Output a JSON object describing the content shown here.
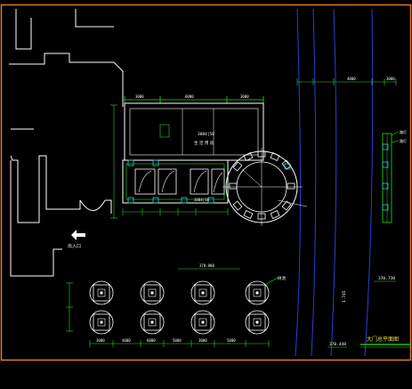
{
  "colors": {
    "background": "#000000",
    "frame": "#e07a2a",
    "white": "#ffffff",
    "green": "#21e021",
    "cyan": "#2ad4d4",
    "blue": "#2a3fd6",
    "yellow": "#e8e03a"
  },
  "labels": {
    "dim_top_left": "3000",
    "dim_top_mid": "6000",
    "dim_top_right": "3000",
    "building_dim": "3884|50",
    "building_name": "生 活 用 房",
    "guard_dim": "3884|50",
    "entrance": "出入口",
    "court_dim": "370.800",
    "tree_note": "树池",
    "dim_a": "3000",
    "dim_b": "4000",
    "dim_c": "6000",
    "dim_d": "5000",
    "dim_e": "3000",
    "dim_f": "5000",
    "right_dim_top": "4000",
    "right_dim_top2": "3000",
    "right_note1": "路灯",
    "right_note2": "路灯",
    "level1": "1.745",
    "level2": "370.448",
    "level3": "370.730",
    "title": "大门总平面图"
  }
}
